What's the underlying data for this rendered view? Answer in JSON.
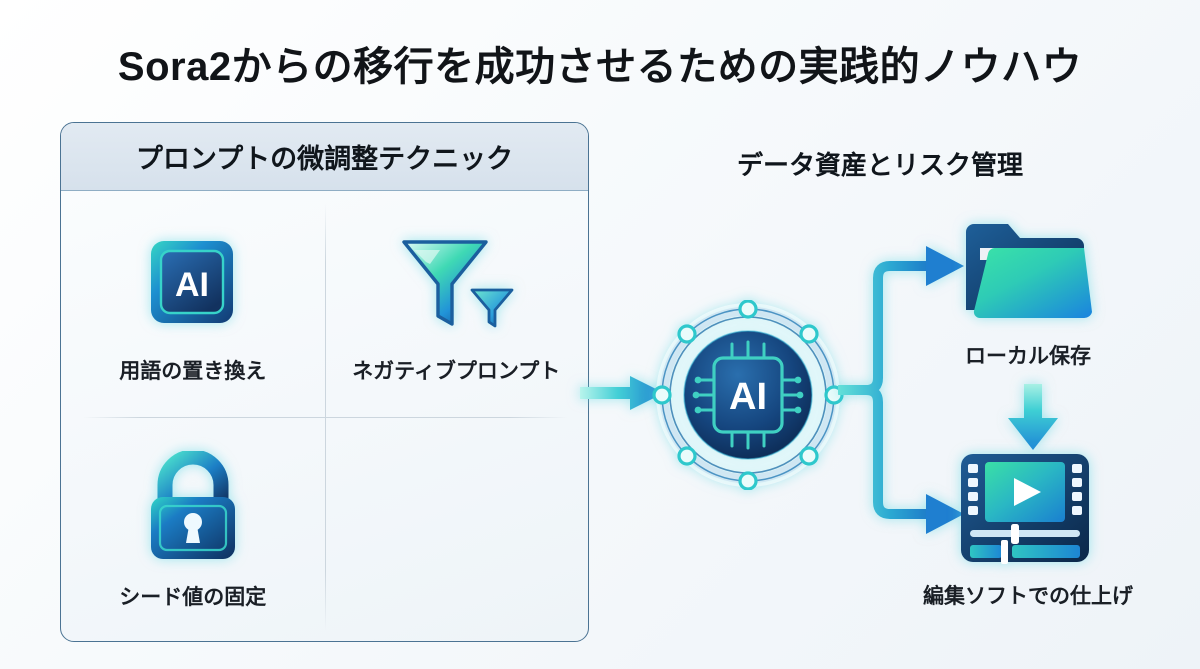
{
  "title": "Sora2からの移行を成功させるための実践的ノウハウ",
  "left_panel": {
    "header": "プロンプトの微調整テクニック",
    "cells": [
      {
        "icon": "ai-chip-icon",
        "label": "用語の置き換え"
      },
      {
        "icon": "funnel-filter-icon",
        "label": "ネガティブプロンプト"
      },
      {
        "icon": "padlock-icon",
        "label": "シード値の固定"
      },
      {
        "icon": "",
        "label": ""
      }
    ]
  },
  "right_section": {
    "header": "データ資産とリスク管理",
    "hub": {
      "icon": "ai-hub-icon",
      "label": "AI"
    },
    "nodes": [
      {
        "icon": "folder-icon",
        "label": "ローカル保存"
      },
      {
        "icon": "video-editor-icon",
        "label": "編集ソフトでの仕上げ"
      }
    ]
  },
  "connectors": [
    {
      "name": "arrow-panel-to-hub",
      "direction": "right"
    },
    {
      "name": "arrow-hub-branch",
      "direction": "split"
    },
    {
      "name": "arrow-folder-to-video",
      "direction": "down"
    }
  ],
  "colors": {
    "accent_teal": "#2ec5c8",
    "accent_blue": "#1f7fd4",
    "deep_navy": "#123a63",
    "panel_border": "#4b7393",
    "header_fill": "#dce6f0",
    "text_dark": "#10161c",
    "divider": "#ccd6de",
    "background": "#f2f6fa"
  }
}
